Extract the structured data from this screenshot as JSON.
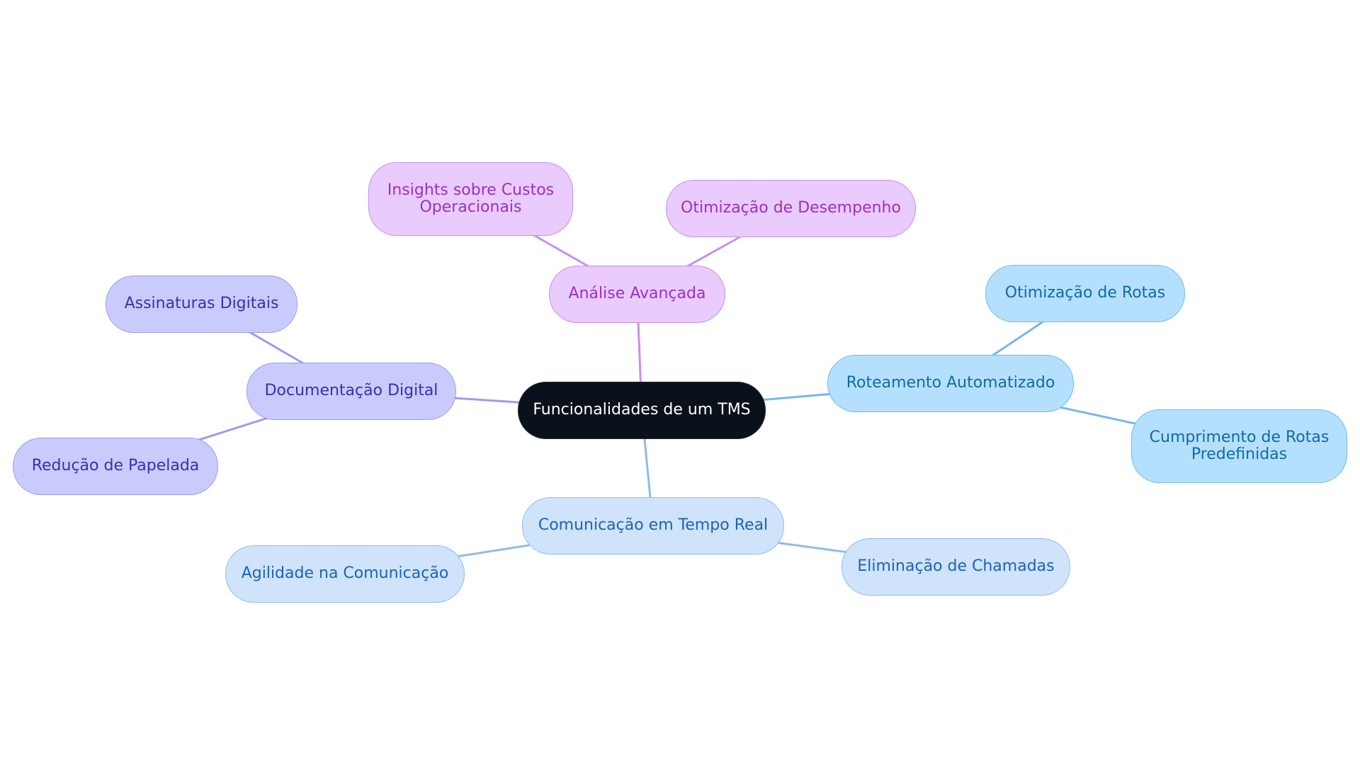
{
  "palette": {
    "root": {
      "fill": "#0b111b",
      "stroke": "#1f2937",
      "text": "#ffffff"
    },
    "pink": {
      "fill": "#e9cbfd",
      "stroke": "#c48ff0",
      "text": "#9b2fc7",
      "edge": "#c98ff0"
    },
    "indigo": {
      "fill": "#cacbfd",
      "stroke": "#9a9cf2",
      "text": "#3730b3",
      "edge": "#9a9cef"
    },
    "sky": {
      "fill": "#b5e0fd",
      "stroke": "#6fbcf0",
      "text": "#0f6ba8",
      "edge": "#73b9ea"
    },
    "blue": {
      "fill": "#cfe3fb",
      "stroke": "#8fbdf0",
      "text": "#1d63b8",
      "edge": "#8fbce9"
    }
  },
  "nodes": {
    "root": {
      "label": "Funcionalidades de um TMS",
      "theme": "root"
    },
    "analise": {
      "label": "Análise Avançada",
      "theme": "pink"
    },
    "insights": {
      "label": "Insights sobre Custos\nOperacionais",
      "theme": "pink"
    },
    "otim_desempenho": {
      "label": "Otimização de Desempenho",
      "theme": "pink"
    },
    "documentacao": {
      "label": "Documentação Digital",
      "theme": "indigo"
    },
    "assinaturas": {
      "label": "Assinaturas Digitais",
      "theme": "indigo"
    },
    "papelada": {
      "label": "Redução de Papelada",
      "theme": "indigo"
    },
    "roteamento": {
      "label": "Roteamento Automatizado",
      "theme": "sky"
    },
    "otim_rotas": {
      "label": "Otimização de Rotas",
      "theme": "sky"
    },
    "cumprimento": {
      "label": "Cumprimento de Rotas\nPredefinidas",
      "theme": "sky"
    },
    "comunicacao": {
      "label": "Comunicação em Tempo Real",
      "theme": "blue"
    },
    "agilidade": {
      "label": "Agilidade na Comunicação",
      "theme": "blue"
    },
    "chamadas": {
      "label": "Eliminação de Chamadas",
      "theme": "blue"
    }
  },
  "edges": [
    {
      "from": "root",
      "to": "analise",
      "theme": "pink"
    },
    {
      "from": "analise",
      "to": "insights",
      "theme": "pink"
    },
    {
      "from": "analise",
      "to": "otim_desempenho",
      "theme": "pink"
    },
    {
      "from": "root",
      "to": "documentacao",
      "theme": "indigo"
    },
    {
      "from": "documentacao",
      "to": "assinaturas",
      "theme": "indigo"
    },
    {
      "from": "documentacao",
      "to": "papelada",
      "theme": "indigo"
    },
    {
      "from": "root",
      "to": "roteamento",
      "theme": "sky"
    },
    {
      "from": "roteamento",
      "to": "otim_rotas",
      "theme": "sky"
    },
    {
      "from": "roteamento",
      "to": "cumprimento",
      "theme": "sky"
    },
    {
      "from": "root",
      "to": "comunicacao",
      "theme": "blue"
    },
    {
      "from": "comunicacao",
      "to": "agilidade",
      "theme": "blue"
    },
    {
      "from": "comunicacao",
      "to": "chamadas",
      "theme": "blue"
    }
  ]
}
